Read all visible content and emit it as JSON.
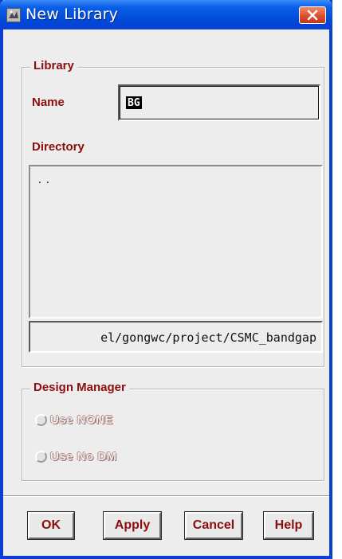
{
  "window": {
    "title": "New Library",
    "close_label": "✕"
  },
  "library_group": {
    "legend": "Library",
    "name_label": "Name",
    "name_value": "BG",
    "directory_label": "Directory",
    "directory_items": [
      ".."
    ],
    "path_value": "el/gongwc/project/CSMC_bandgap"
  },
  "design_manager_group": {
    "legend": "Design Manager",
    "options": [
      {
        "label": "Use  NONE",
        "enabled": false,
        "selected": false
      },
      {
        "label": "Use No DM",
        "enabled": false,
        "selected": false
      }
    ]
  },
  "buttons": {
    "ok": "OK",
    "apply": "Apply",
    "cancel": "Cancel",
    "help": "Help"
  },
  "colors": {
    "titlebar": "#0a3fd6",
    "label_text": "#8b0d0d",
    "dialog_bg": "#ededed"
  }
}
